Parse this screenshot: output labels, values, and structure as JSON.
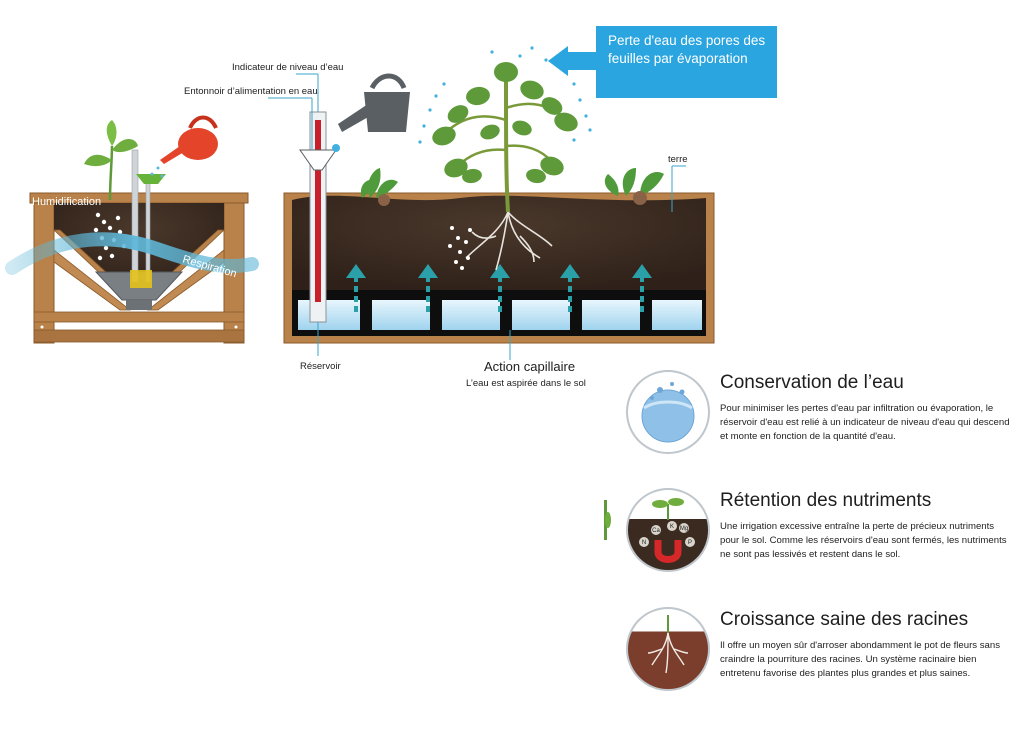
{
  "labels": {
    "water_level_indicator": "Indicateur de niveau d’eau",
    "feeding_funnel": "Entonnoir d’alimentation en eau",
    "humidification": "Humidification",
    "respiration": "Respiration",
    "soil": "terre",
    "reservoir": "Réservoir",
    "capillary_action": "Action capillaire",
    "capillary_subtitle": "L’eau est aspirée dans le sol"
  },
  "callout": {
    "text": "Perte d'eau des pores des feuilles par évaporation"
  },
  "benefits": [
    {
      "title": "Conservation de l’eau",
      "text": "Pour minimiser les pertes d'eau par infiltration ou évaporation, le réservoir d'eau est relié à un indicateur de niveau d'eau qui descend et monte en fonction de la quantité d'eau.",
      "icon": "water-globe-icon"
    },
    {
      "title": "Rétention des nutriments",
      "text": "Une irrigation excessive entraîne la perte de précieux nutriments pour le sol. Comme les réservoirs d'eau sont fermés, les nutriments ne sont pas lessivés et restent dans le sol.",
      "icon": "nutrient-magnet-icon",
      "nutrients": [
        "Ca",
        "K",
        "N",
        "P",
        "Mg"
      ]
    },
    {
      "title": "Croissance saine des racines",
      "text": "Il offre un moyen sûr d'arroser abondamment le pot de fleurs sans craindre la pourriture des racines. Un système racinaire bien entretenu favorise des plantes plus grandes et plus saines.",
      "icon": "root-growth-icon"
    }
  ],
  "colors": {
    "wood": "#b9824a",
    "wood_dark": "#8a5a2b",
    "soil": "#3a2a20",
    "water": "#a8d8f0",
    "arrow": "#2aa0a8",
    "callout": "#2aa5e0",
    "indicator": "#c8202a",
    "leaf": "#5e9a3a"
  }
}
